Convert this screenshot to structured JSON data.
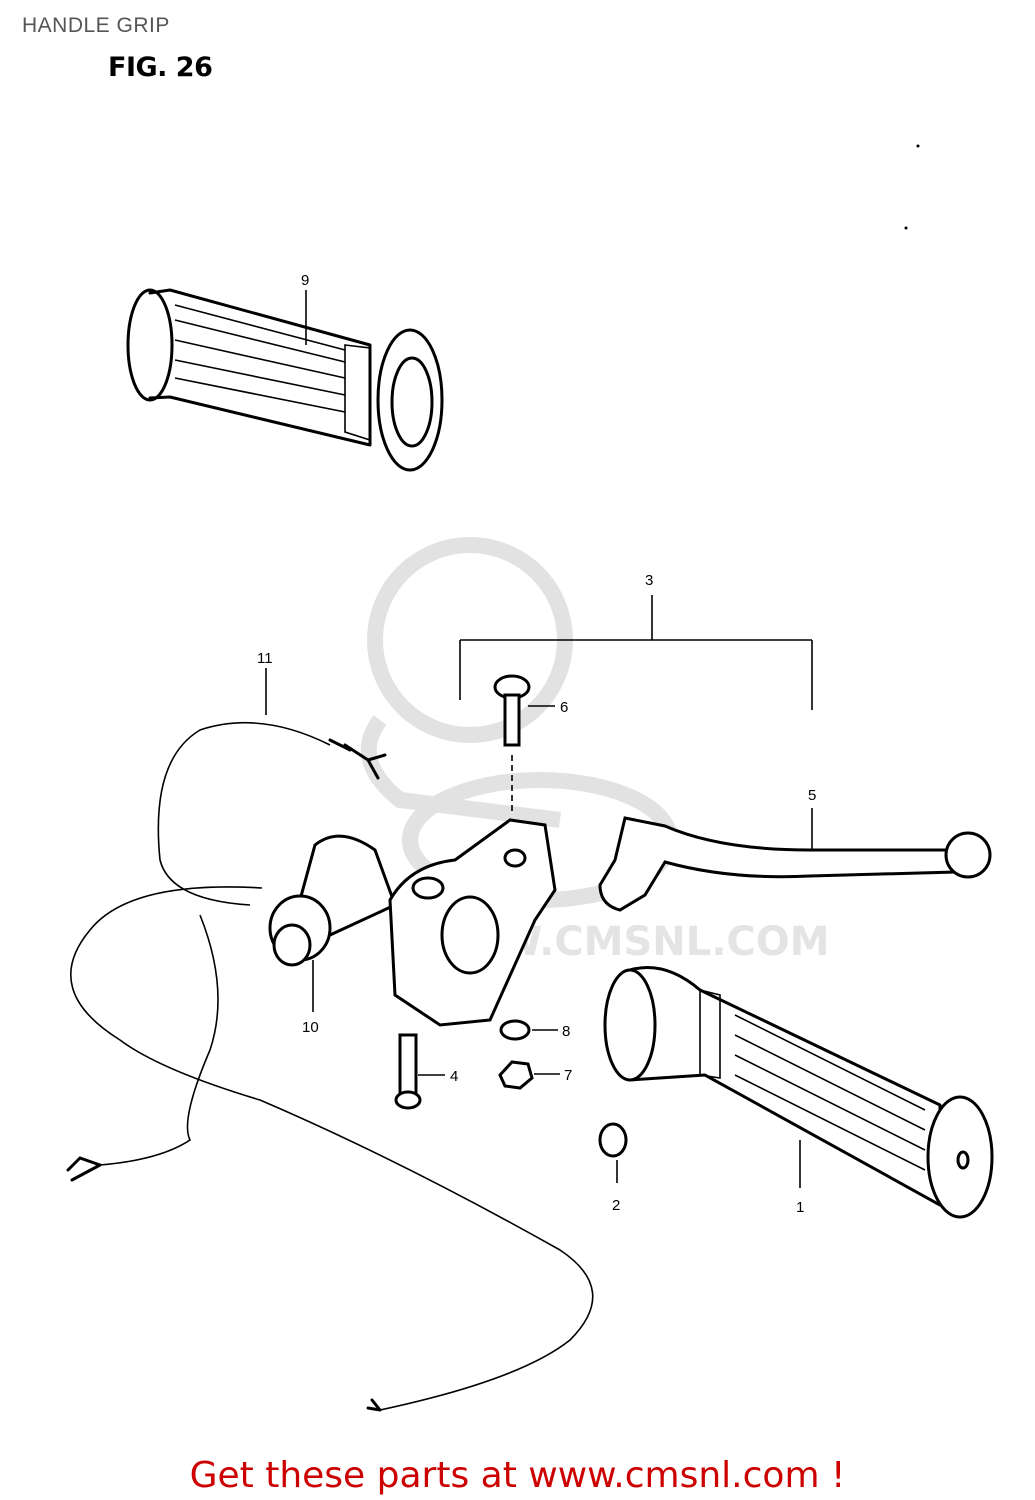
{
  "header": {
    "title": "HANDLE GRIP",
    "figure": "FIG. 26"
  },
  "watermark": {
    "text": "WWW.CMSNL.COM"
  },
  "callouts": [
    "1",
    "2",
    "3",
    "4",
    "5",
    "6",
    "7",
    "8",
    "9",
    "10",
    "11"
  ],
  "footer": {
    "prefix": "Get these parts at ",
    "link": "www.cmsnl.com",
    "suffix": " !"
  },
  "colors": {
    "footer_text": "#cc0000",
    "line": "#000000",
    "watermark": "#e2e2e2"
  }
}
